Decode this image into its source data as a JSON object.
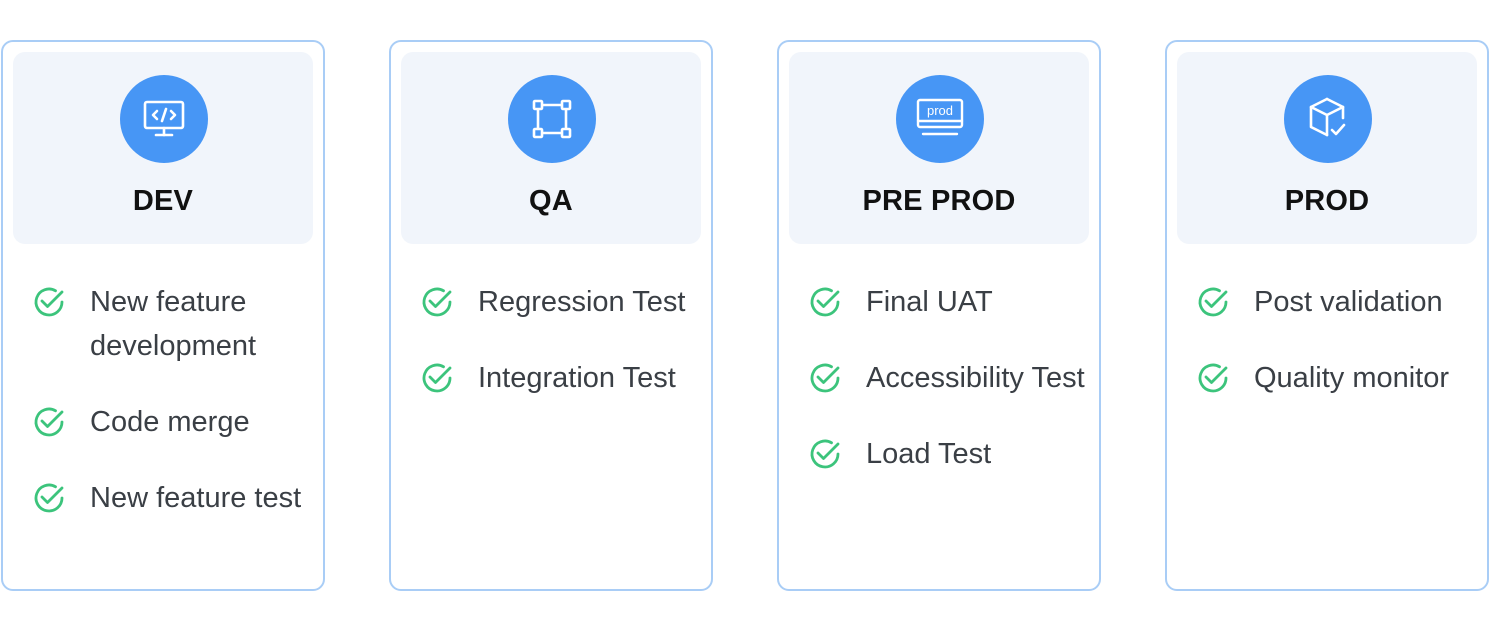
{
  "colors": {
    "card_border": "#a9cdf6",
    "header_bg": "#f1f5fb",
    "icon_bg": "#4796f5",
    "check": "#3cc47c",
    "title": "#111111",
    "text": "#3a3f45"
  },
  "stages": [
    {
      "title": "DEV",
      "icon": "code-monitor-icon",
      "tasks": [
        "New feature development",
        "Code merge",
        "New feature test"
      ]
    },
    {
      "title": "QA",
      "icon": "bounding-box-icon",
      "tasks": [
        "Regression Test",
        "Integration Test"
      ]
    },
    {
      "title": "PRE PROD",
      "icon": "prod-monitor-icon",
      "icon_text": "prod",
      "tasks": [
        "Final UAT",
        "Accessibility Test",
        "Load Test"
      ]
    },
    {
      "title": "PROD",
      "icon": "package-check-icon",
      "tasks": [
        "Post validation",
        "Quality monitor"
      ]
    }
  ]
}
